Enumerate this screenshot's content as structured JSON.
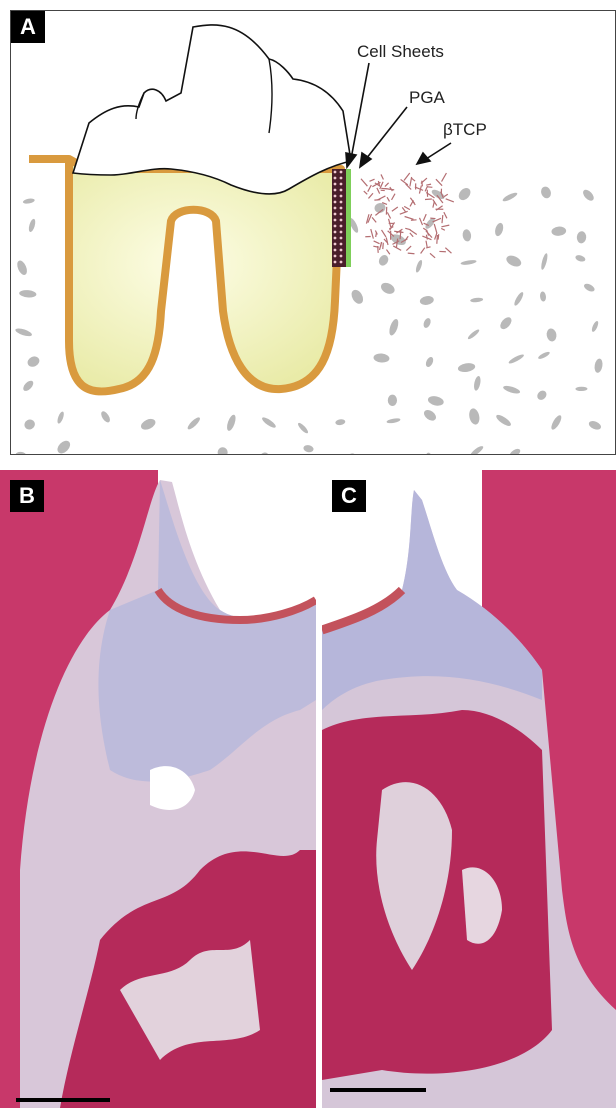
{
  "panel_a": {
    "label": "A",
    "annotations": {
      "cell_sheets": "Cell Sheets",
      "pga": "PGA",
      "btcp": "βTCP"
    }
  },
  "panel_b": {
    "label": "B"
  },
  "panel_c": {
    "label": "C"
  }
}
